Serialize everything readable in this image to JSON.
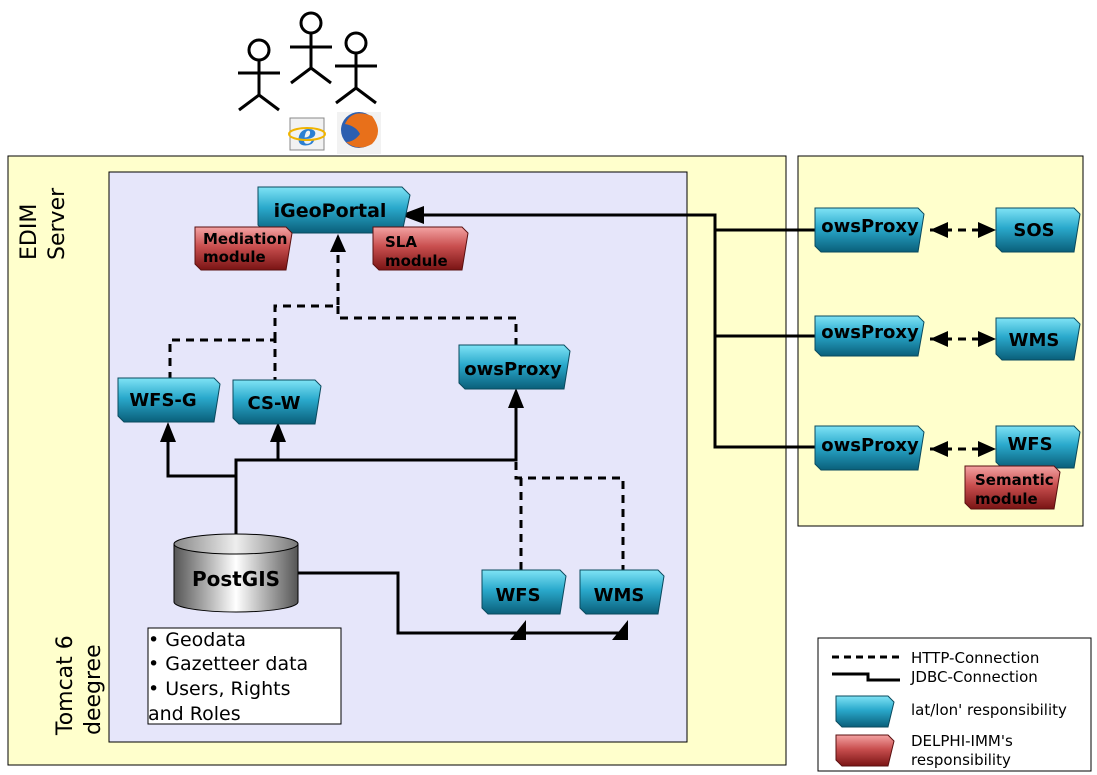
{
  "regions": {
    "edim_label": [
      "EDIM",
      "Server"
    ],
    "tomcat_label": [
      "Tomcat 6",
      "deegree"
    ]
  },
  "components": {
    "igeoportal": "iGeoPortal",
    "mediation": [
      "Mediation",
      "module"
    ],
    "sla": [
      "SLA",
      "module"
    ],
    "wfs_g": "WFS-G",
    "csw": "CS-W",
    "owsproxy_internal": "owsProxy",
    "postgis": "PostGIS",
    "wfs_internal": "WFS",
    "wms_internal": "WMS",
    "owsproxy_sos": "owsProxy",
    "sos": "SOS",
    "owsproxy_wms": "owsProxy",
    "wms_external": "WMS",
    "owsproxy_wfs": "owsProxy",
    "wfs_external": "WFS",
    "semantic": [
      "Semantic",
      "module"
    ]
  },
  "data_notes": [
    "• Geodata",
    "• Gazetteer data",
    "• Users, Rights",
    "and Roles"
  ],
  "legend": {
    "http": "HTTP-Connection",
    "jdbc": "JDBC-Connection",
    "blue": "lat/lon' responsibility",
    "red": [
      "DELPHI-IMM's",
      "responsibility"
    ]
  },
  "colors": {
    "server_bg": "#ffffcc",
    "tomcat_bg": "#e6e6fa",
    "blue_light": "#5fd0e8",
    "blue_dark": "#0a6e8c",
    "red_light": "#e88080",
    "red_dark": "#8c1a1a"
  }
}
